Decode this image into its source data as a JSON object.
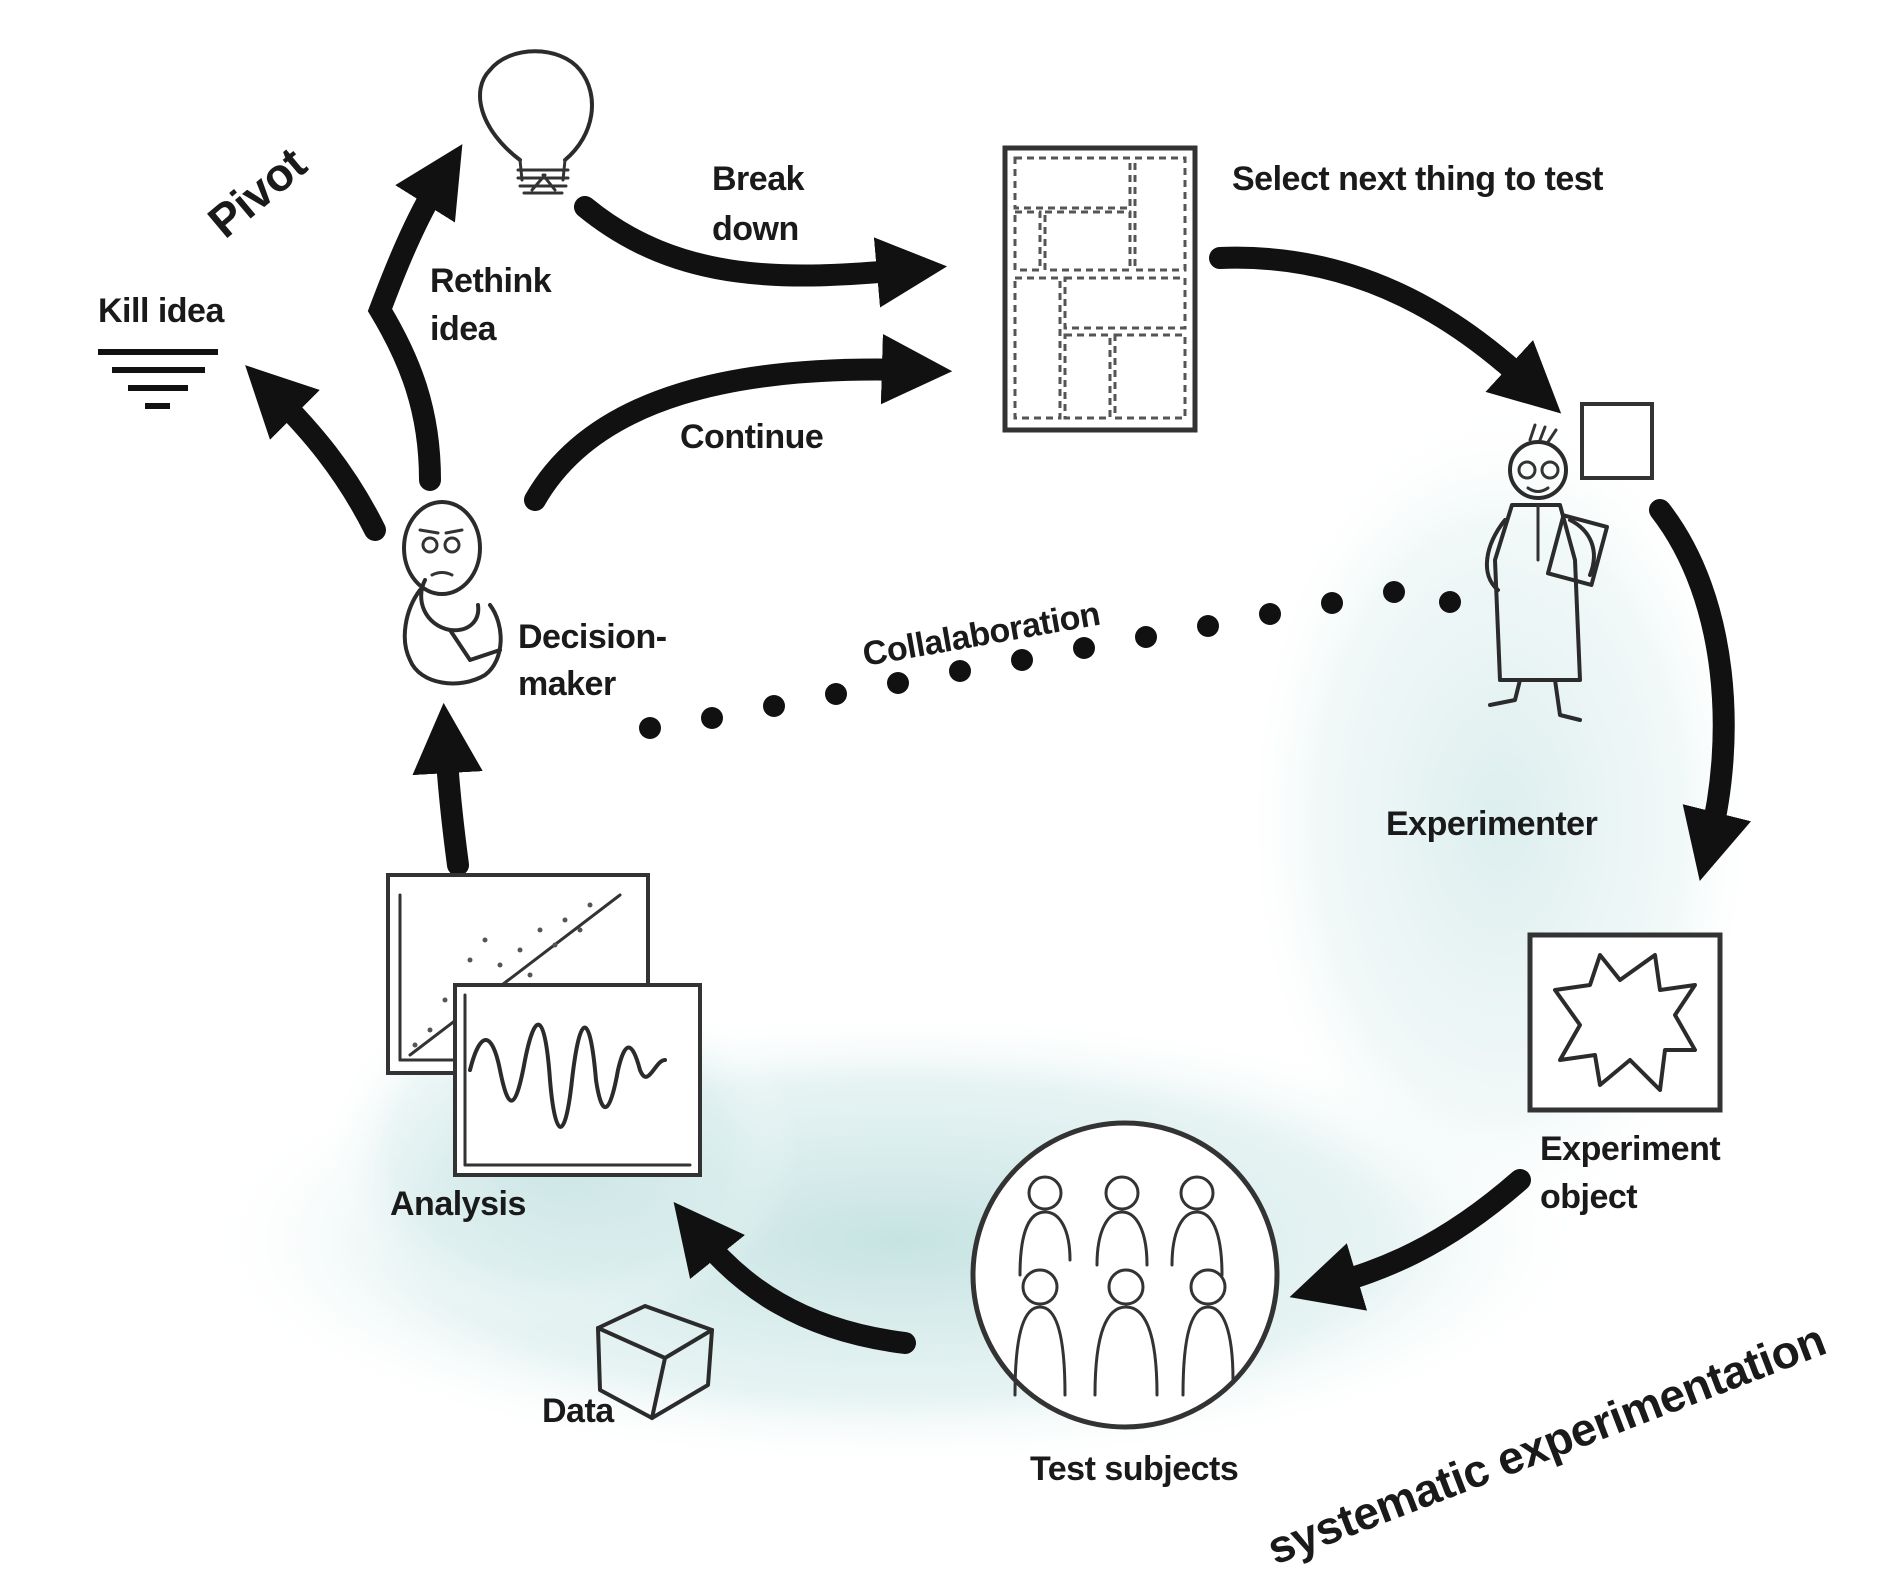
{
  "labels": {
    "pivot": "Pivot",
    "kill_idea": "Kill idea",
    "rethink_line1": "Rethink",
    "rethink_line2": "idea",
    "break_line1": "Break",
    "break_line2": "down",
    "continue": "Continue",
    "select_next": "Select next thing to test",
    "collaboration": "Collalaboration",
    "decision_line1": "Decision-",
    "decision_line2": "maker",
    "experimenter": "Experimenter",
    "experiment_object_line1": "Experiment",
    "experiment_object_line2": "object",
    "analysis": "Analysis",
    "data": "Data",
    "test_subjects": "Test subjects",
    "systematic": "systematic experimentation"
  },
  "icons": [
    "lightbulb-icon",
    "ground-symbol-icon",
    "decision-maker-figure",
    "experimenter-figure",
    "task-board-icon",
    "experiment-object-icon",
    "test-subjects-icon",
    "scatter-chart-icon",
    "wave-chart-icon",
    "data-cube-icon"
  ],
  "colors": {
    "ink": "#111111",
    "highlight": "#cde7e6"
  }
}
